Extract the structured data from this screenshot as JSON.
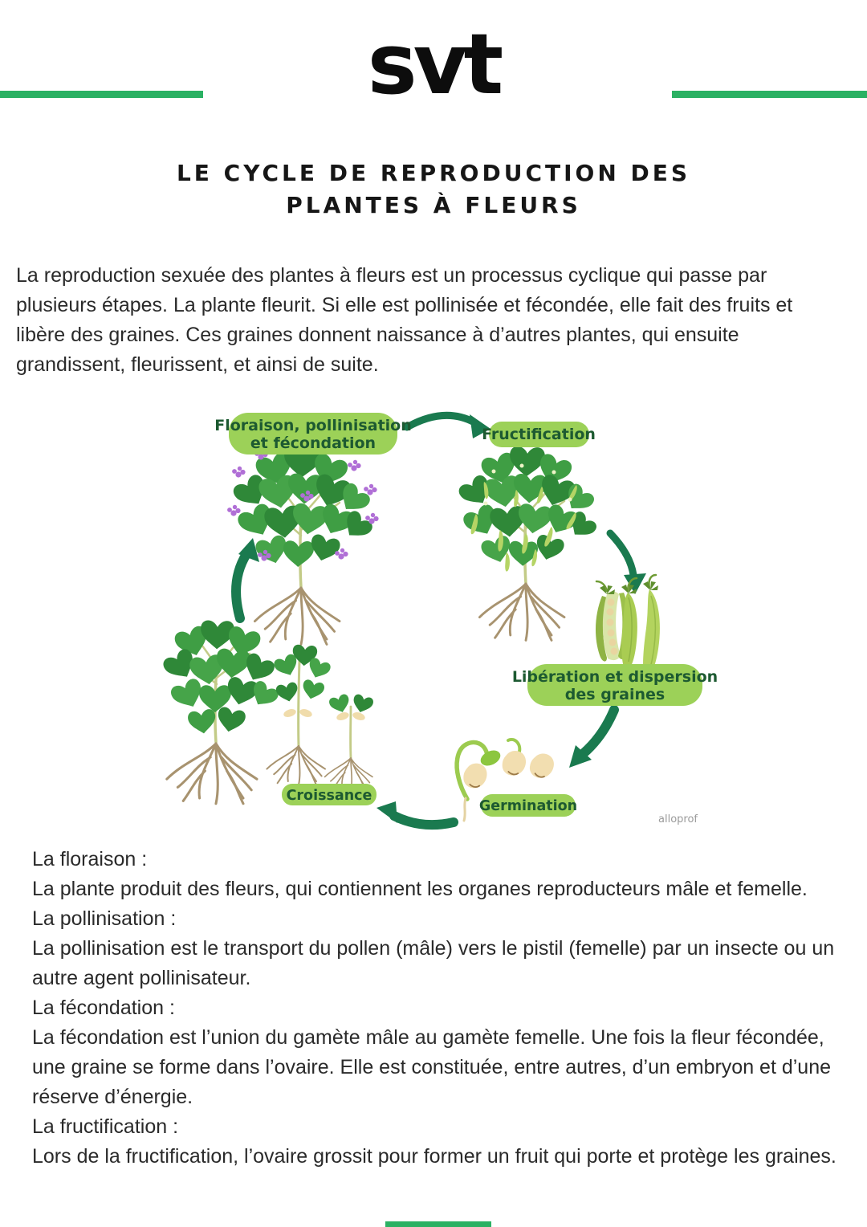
{
  "page": {
    "background": "#ffffff",
    "accent_green": "#2bb163"
  },
  "header": {
    "logo_text": "svt",
    "title_line1": "LE CYCLE DE REPRODUCTION DES",
    "title_line2": "PLANTES À FLEURS"
  },
  "intro": {
    "text": "La reproduction sexuée des plantes à fleurs est un processus cyclique qui passe par plusieurs étapes. La plante fleurit. Si elle est pollinisée et fécondée, elle fait des fruits et libère des graines. Ces graines donnent naissance à d’autres plantes, qui ensuite grandissent, fleurissent, et ainsi de suite."
  },
  "diagram": {
    "stages": {
      "flowering_line1": "Floraison, pollinisation",
      "flowering_line2": "et fécondation",
      "fructification": "Fructification",
      "liberation_line1": "Libération et dispersion",
      "liberation_line2": "des graines",
      "germination": "Germination",
      "croissance": "Croissance"
    },
    "watermark": "alloprof",
    "colors": {
      "pill_background": "#9cd158",
      "pill_text": "#1d5a31",
      "arrow": "#1a7a4f",
      "leaf": "#3f9e44",
      "flower": "#b06fd6",
      "pod": "#a9cc52",
      "seed": "#f2deb0"
    }
  },
  "definitions": [
    {
      "term": "La floraison :",
      "text": "La plante produit des fleurs, qui contiennent les organes reproducteurs mâle et femelle."
    },
    {
      "term": "La pollinisation :",
      "text": "La pollinisation est le transport du pollen (mâle) vers le pistil (femelle) par un insecte ou un autre agent pollinisateur."
    },
    {
      "term": "La fécondation :",
      "text": "La fécondation est l’union du gamète mâle au gamète femelle. Une fois la fleur fécondée, une graine se forme dans l’ovaire. Elle est constituée, entre autres, d’un embryon et d’une réserve d’énergie."
    },
    {
      "term": "La fructification :",
      "text": "Lors de la fructification, l’ovaire grossit pour former un fruit qui porte et protège les graines."
    }
  ]
}
